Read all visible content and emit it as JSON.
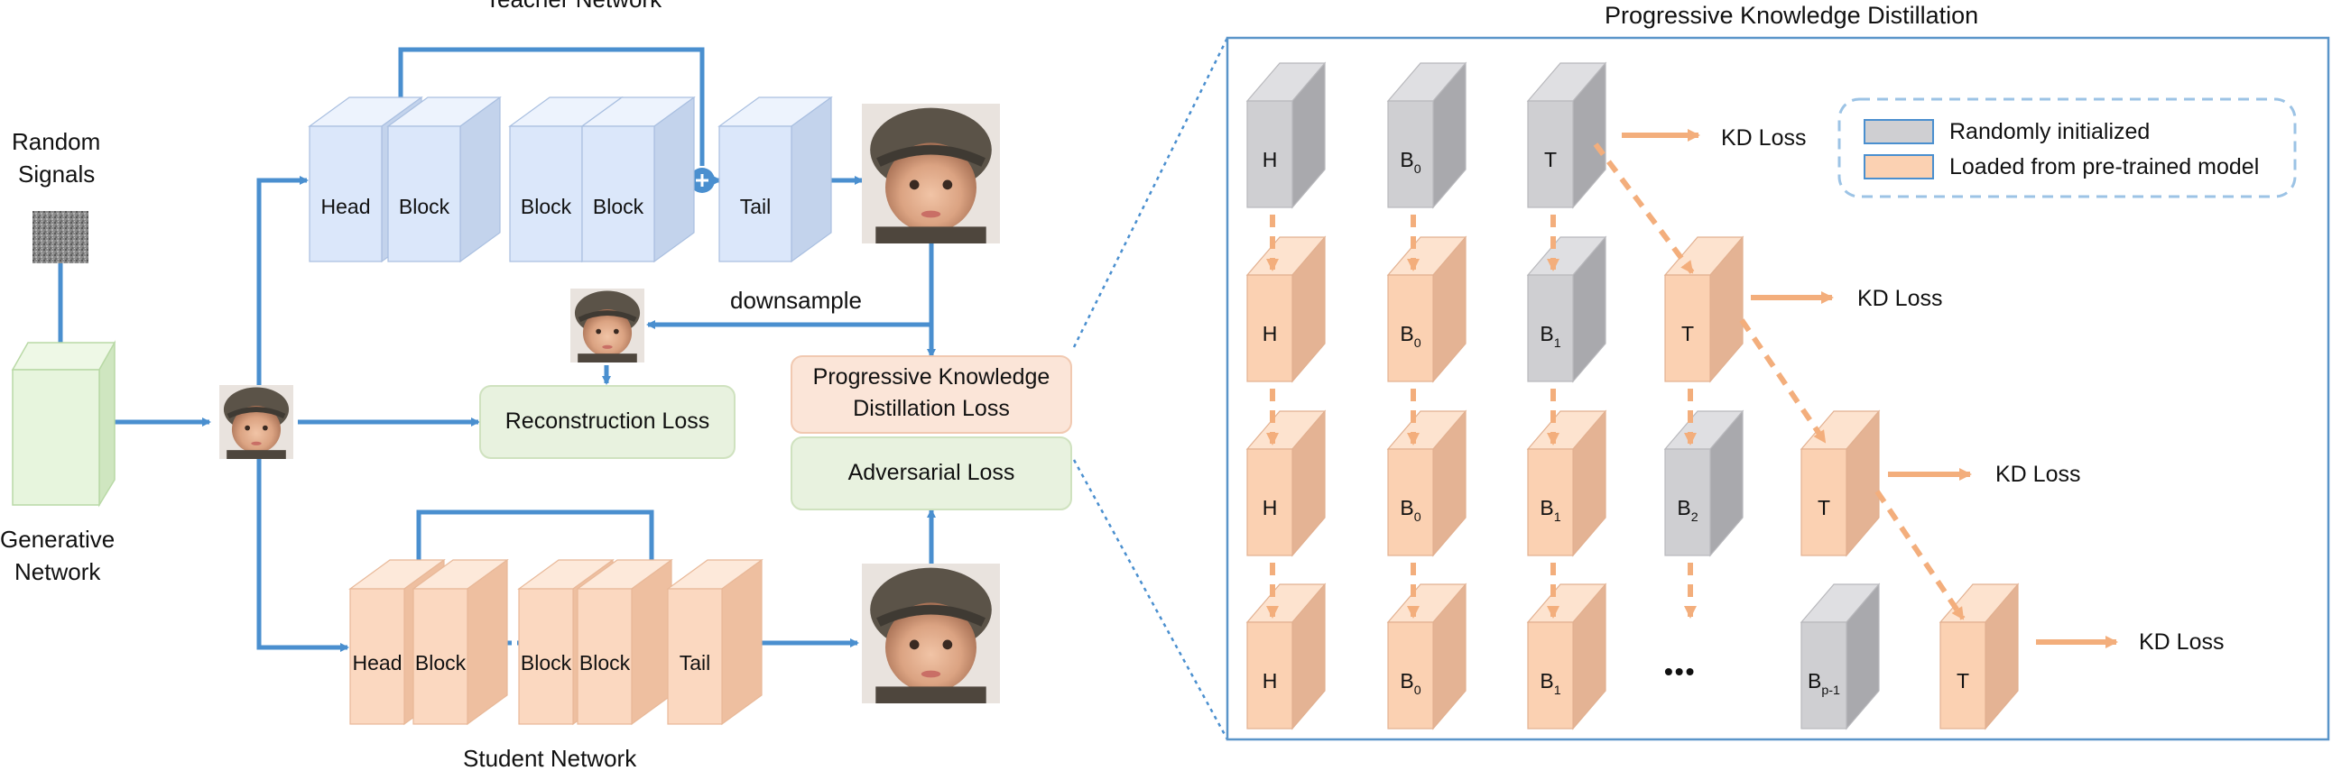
{
  "left": {
    "teacher_title": "Teacher Network",
    "student_title": "Student Network",
    "random_signals": [
      "Random",
      "Signals"
    ],
    "generative_network": [
      "Generative",
      "Network"
    ],
    "downsample": "downsample",
    "teacher_blocks": [
      "Head",
      "Block",
      "Block",
      "Block",
      "Tail"
    ],
    "student_blocks": [
      "Head",
      "Block",
      "Block",
      "Block",
      "Tail"
    ],
    "losses": {
      "reconstruction": "Reconstruction Loss",
      "pkd": [
        "Progressive Knowledge",
        "Distillation Loss"
      ],
      "adversarial": "Adversarial Loss"
    }
  },
  "right": {
    "title": "Progressive Knowledge Distillation",
    "legend": {
      "random": "Randomly initialized",
      "pretrained": "Loaded from pre-trained model"
    },
    "kd_loss": "KD Loss",
    "ellipsis": "•••",
    "rows": [
      [
        {
          "t": "H",
          "c": "gray"
        },
        {
          "t": "B",
          "s": "0",
          "c": "gray"
        },
        {
          "t": "T",
          "c": "gray"
        }
      ],
      [
        {
          "t": "H",
          "c": "orange"
        },
        {
          "t": "B",
          "s": "0",
          "c": "orange"
        },
        {
          "t": "B",
          "s": "1",
          "c": "gray"
        },
        {
          "t": "T",
          "c": "orange"
        }
      ],
      [
        {
          "t": "H",
          "c": "orange"
        },
        {
          "t": "B",
          "s": "0",
          "c": "orange"
        },
        {
          "t": "B",
          "s": "1",
          "c": "orange"
        },
        {
          "t": "B",
          "s": "2",
          "c": "gray"
        },
        {
          "t": "T",
          "c": "orange"
        }
      ],
      [
        {
          "t": "H",
          "c": "orange"
        },
        {
          "t": "B",
          "s": "0",
          "c": "orange"
        },
        {
          "t": "B",
          "s": "1",
          "c": "orange"
        },
        {
          "t": "B",
          "s": "p-1",
          "c": "gray"
        },
        {
          "t": "T",
          "c": "orange"
        }
      ]
    ]
  },
  "colors": {
    "arrow_blue": "#4a8fcf",
    "arrow_orange": "#f3ae7c",
    "teacher_block": "#dbe7fa",
    "student_block": "#fbd8c0",
    "gen_block": "#e7f5dd",
    "gray_block": "#cfcfd2",
    "orange_block": "#fbd1b2",
    "recon_box": "#e8f2df",
    "pkd_box": "#fbe5d8"
  }
}
